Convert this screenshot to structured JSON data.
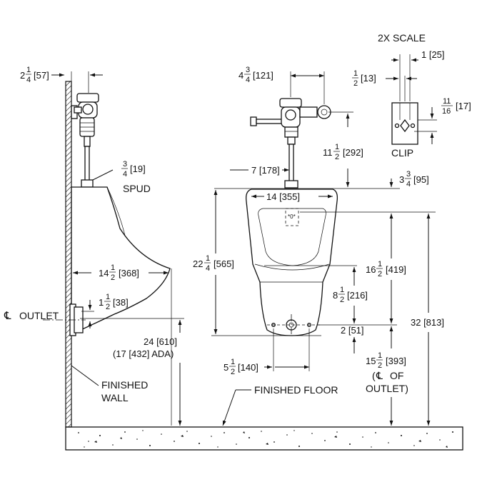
{
  "labels": {
    "scale": "2X SCALE",
    "clip": "CLIP",
    "spud": "SPUD",
    "outlet": "OUTLET",
    "cl_symbol": "℄",
    "finished_wall_1": "FINISHED",
    "finished_wall_2": "WALL",
    "finished_floor": "FINISHED FLOOR",
    "cl_of_1": "(",
    "cl_of_2": "OF",
    "cl_of_3": "OUTLET)"
  },
  "dims": {
    "d_2_1_4": {
      "whole": "2",
      "num": "1",
      "den": "4",
      "metric": "[57]"
    },
    "d_4_3_4": {
      "whole": "4",
      "num": "3",
      "den": "4",
      "metric": "[121]"
    },
    "d_1": {
      "text": "1 [25]"
    },
    "d_1_2": {
      "num": "1",
      "den": "2",
      "metric": "[13]"
    },
    "d_11_16": {
      "num": "11",
      "den": "16",
      "metric": "[17]"
    },
    "d_3_4": {
      "num": "3",
      "den": "4",
      "metric": "[19]"
    },
    "d_11_1_2": {
      "whole": "11",
      "num": "1",
      "den": "2",
      "metric": "[292]"
    },
    "d_7": {
      "text": "7 [178]"
    },
    "d_3_3_4": {
      "whole": "3",
      "num": "3",
      "den": "4",
      "metric": "[95]"
    },
    "d_14": {
      "text": "14 [355]"
    },
    "d_22_1_4": {
      "whole": "22",
      "num": "1",
      "den": "4",
      "metric": "[565]"
    },
    "d_14_1_2": {
      "whole": "14",
      "num": "1",
      "den": "2",
      "metric": "[368]"
    },
    "d_16_1_2": {
      "whole": "16",
      "num": "1",
      "den": "2",
      "metric": "[419]"
    },
    "d_1_1_2": {
      "whole": "1",
      "num": "1",
      "den": "2",
      "metric": "[38]"
    },
    "d_8_1_2": {
      "whole": "8",
      "num": "1",
      "den": "2",
      "metric": "[216]"
    },
    "d_2": {
      "text": "2 [51]"
    },
    "d_32": {
      "text": "32 [813]"
    },
    "d_24": {
      "text": "24 [610]"
    },
    "d_24_ada": {
      "text": "(17 [432] ADA)"
    },
    "d_5_1_2": {
      "whole": "5",
      "num": "1",
      "den": "2",
      "metric": "[140]"
    },
    "d_15_1_2": {
      "whole": "15",
      "num": "1",
      "den": "2",
      "metric": "[393]"
    }
  }
}
